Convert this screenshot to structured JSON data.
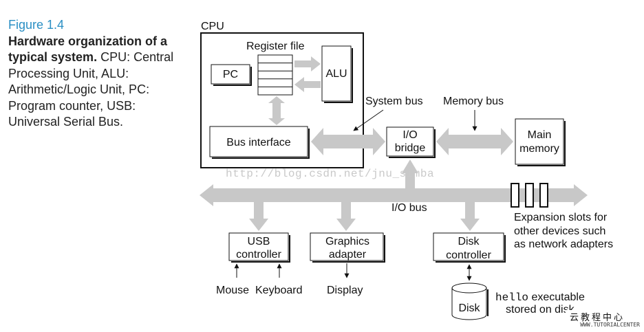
{
  "caption": {
    "figure_label": "Figure 1.4",
    "bold": "Hardware organization of a typical system.",
    "text": " CPU: Central Processing Unit, ALU: Arithmetic/Logic Unit, PC: Program counter, USB: Universal Serial Bus."
  },
  "diagram": {
    "cpu": "CPU",
    "register_file": "Register file",
    "pc": "PC",
    "alu": "ALU",
    "bus_interface": "Bus interface",
    "system_bus": "System bus",
    "memory_bus": "Memory bus",
    "io_bridge_1": "I/O",
    "io_bridge_2": "bridge",
    "main_memory_1": "Main",
    "main_memory_2": "memory",
    "io_bus": "I/O bus",
    "expansion_1": "Expansion slots for",
    "expansion_2": "other devices such",
    "expansion_3": "as network adapters",
    "usb_1": "USB",
    "usb_2": "controller",
    "graphics_1": "Graphics",
    "graphics_2": "adapter",
    "disk_ctrl_1": "Disk",
    "disk_ctrl_2": "controller",
    "mouse": "Mouse",
    "keyboard": "Keyboard",
    "display": "Display",
    "disk": "Disk",
    "hello": "hello",
    "executable": " executable",
    "stored": "stored on disk"
  },
  "watermark": "http://blog.csdn.net/jnu_simba",
  "corner": {
    "line1": "云教程中心",
    "line2": "WWW.TUTORIALCENTER"
  }
}
